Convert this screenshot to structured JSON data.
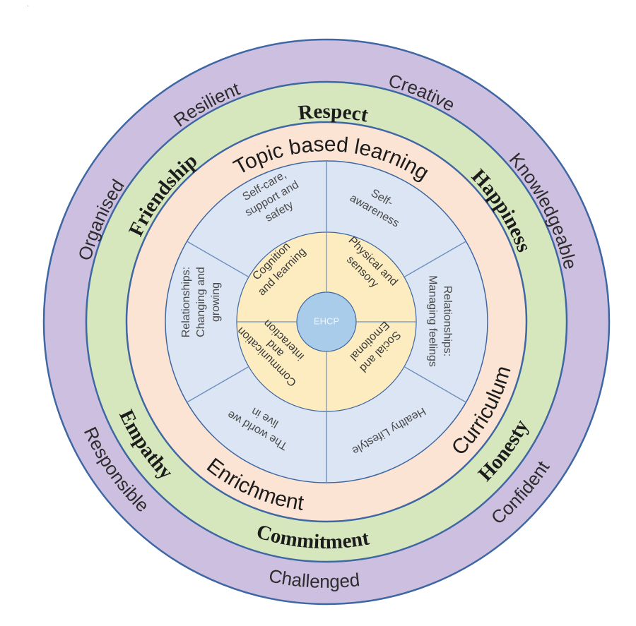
{
  "colors": {
    "outer_ring": "#cdbfe0",
    "values_ring": "#d6e6bd",
    "curriculum_ring": "#fbe4d3",
    "segments": "#dbe5f4",
    "areas": "#fcecbf",
    "center": "#a8cce9",
    "stroke": "#3e67a3",
    "divider": "#6f8fbf"
  },
  "outer_ring_words": [
    "Resilient",
    "Creative",
    "Knowledgeable",
    "Confident",
    "Challenged",
    "Responsible",
    "Organised"
  ],
  "values_ring_words": [
    "Respect",
    "Happiness",
    "Honesty",
    "Commitment",
    "Empathy",
    "Friendship"
  ],
  "curriculum_ring_words": [
    "Topic based learning",
    "Curriculum",
    "Enrichment"
  ],
  "segments": [
    {
      "lines": [
        "Self-",
        "awareness"
      ]
    },
    {
      "lines": [
        "Relationships:",
        "Managing feelings"
      ]
    },
    {
      "lines": [
        "Healthy Lifestyle"
      ]
    },
    {
      "lines": [
        "The world we",
        "live in"
      ]
    },
    {
      "lines": [
        "Relationships:",
        "Changing and",
        "growing"
      ]
    },
    {
      "lines": [
        "Self-care,",
        "support and",
        "safety"
      ]
    }
  ],
  "areas": [
    {
      "lines": [
        "Physical and",
        "sensory"
      ]
    },
    {
      "lines": [
        "Social and",
        "Emotional"
      ]
    },
    {
      "lines": [
        "Communication",
        "and",
        "interaction"
      ]
    },
    {
      "lines": [
        "Cognition",
        "and learning"
      ]
    }
  ],
  "center_label": "EHCP",
  "stray_mark": "·"
}
